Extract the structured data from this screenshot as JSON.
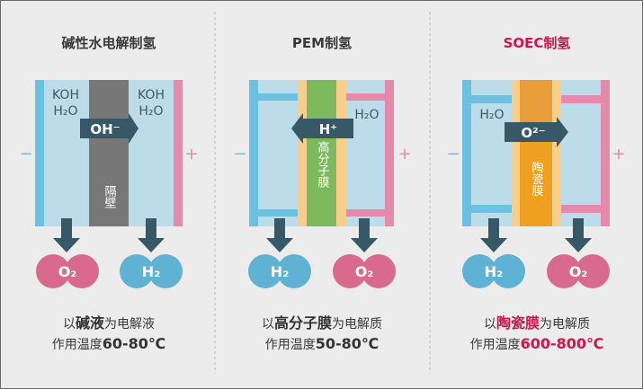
{
  "colors": {
    "blue": "#6cc0e0",
    "light_blue": "#bcdcea",
    "pink": "#e48aaa",
    "mol_pink": "#d96a8e",
    "mol_blue": "#5fb2d3",
    "arrow": "#375866",
    "gray": "#777777",
    "green": "#7dba5d",
    "yellow": "#f7cf8a",
    "orange": "#f0a020",
    "orange_dark": "#e89d3a",
    "red": "#d4134d"
  },
  "panels": [
    {
      "title": "碱性水电解制氢",
      "left_label": [
        "KOH",
        "H₂O"
      ],
      "right_label": [
        "KOH",
        "H₂O"
      ],
      "ion": "OH⁻",
      "membrane": "隔壁",
      "minus": "−",
      "plus": "+",
      "mol_left": "O₂",
      "mol_right": "H₂",
      "desc1_pre": "以",
      "desc1_hl": "碱液",
      "desc1_post": "为电解液",
      "desc2_pre": "作用温度",
      "desc2_hl": "60-80℃"
    },
    {
      "title": "PEM制氢",
      "right_label": [
        "H₂O"
      ],
      "ion": "H⁺",
      "membrane": "高分子膜",
      "minus": "−",
      "plus": "+",
      "mol_left": "H₂",
      "mol_right": "O₂",
      "desc1_pre": "以",
      "desc1_hl": "高分子膜",
      "desc1_post": "为电解质",
      "desc2_pre": "作用温度",
      "desc2_hl": "50-80℃"
    },
    {
      "title": "SOEC制氢",
      "left_label": [
        "H₂O"
      ],
      "ion": "O²⁻",
      "membrane": "陶瓷膜",
      "minus": "−",
      "plus": "+",
      "mol_left": "H₂",
      "mol_right": "O₂",
      "desc1_pre": "以",
      "desc1_hl": "陶瓷膜",
      "desc1_post": "为电解质",
      "desc2_pre": "作用温度",
      "desc2_hl": "600-800℃"
    }
  ]
}
